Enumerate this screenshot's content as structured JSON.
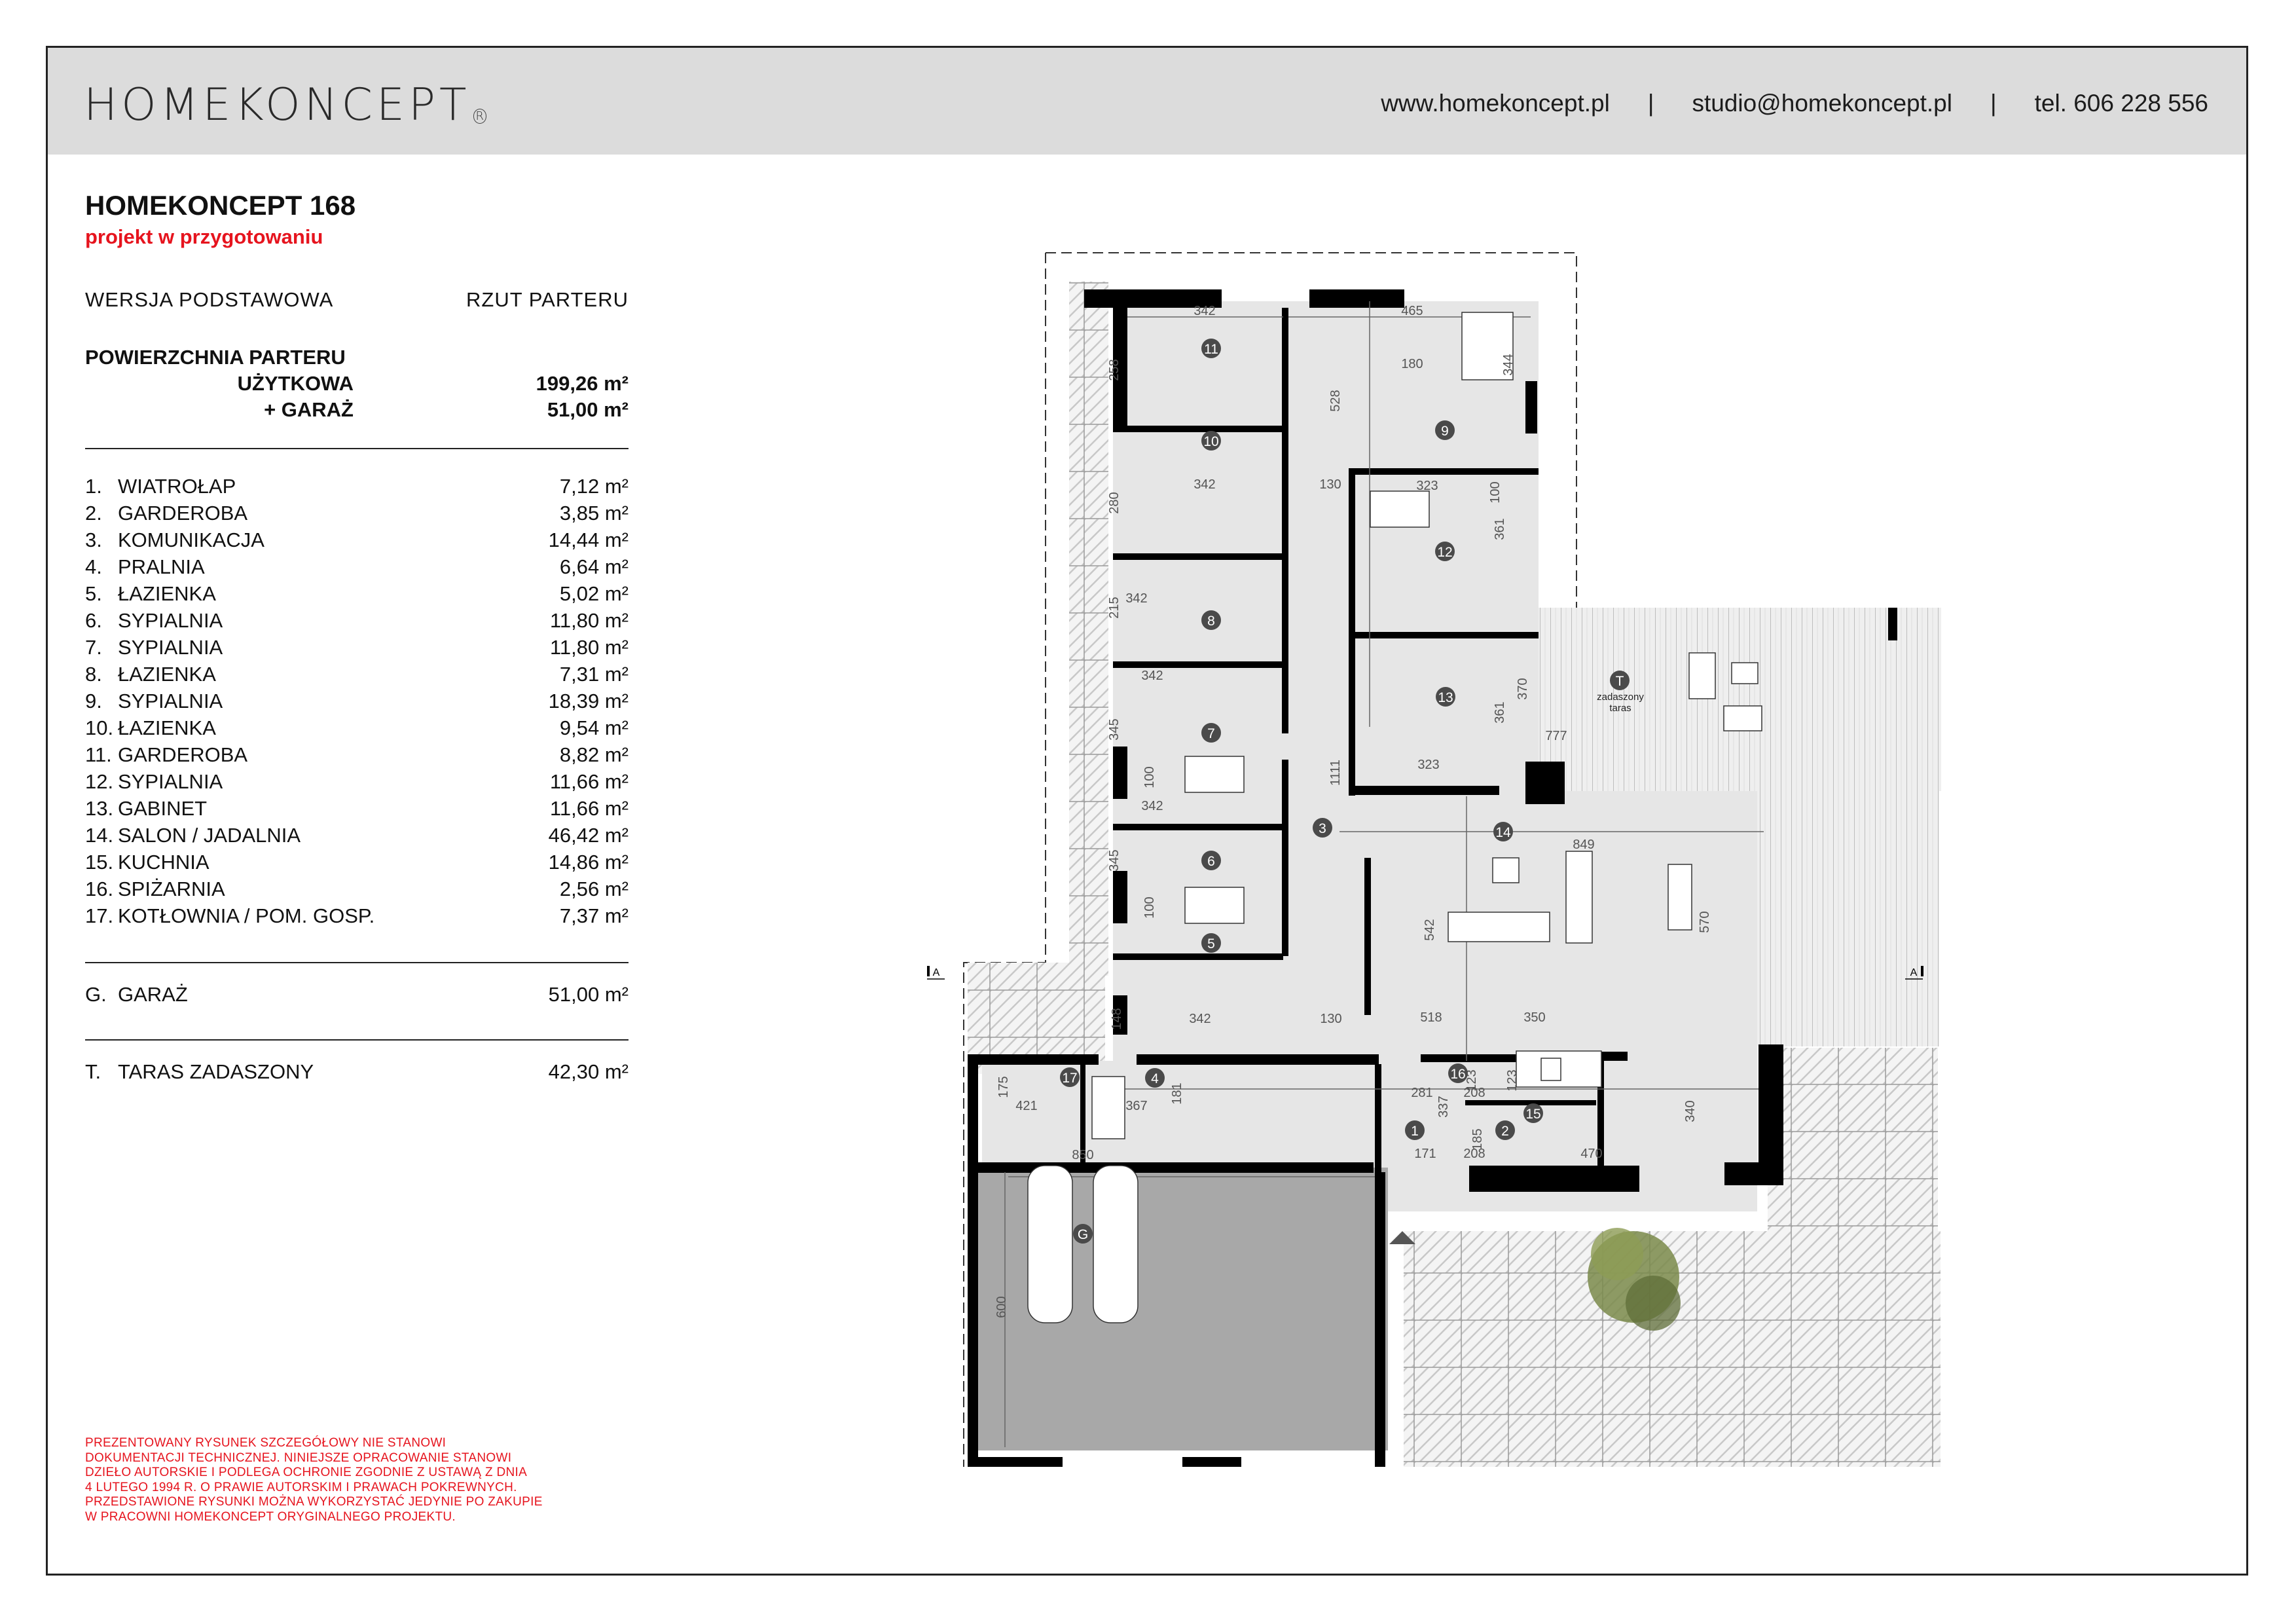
{
  "header": {
    "logo": "HOMEKONCEPT",
    "logo_mark": "R",
    "website": "www.homekoncept.pl",
    "email": "studio@homekoncept.pl",
    "phone": "tel. 606 228 556",
    "separator": "|"
  },
  "project": {
    "title": "HOMEKONCEPT 168",
    "status": "projekt w przygotowaniu",
    "version": "WERSJA PODSTAWOWA",
    "view": "RZUT PARTERU"
  },
  "surface": {
    "heading": "POWIERZCHNIA PARTERU",
    "usable_label": "UŻYTKOWA",
    "usable_value": "199,26 m²",
    "garage_label": "+ GARAŻ",
    "garage_value": "51,00 m²"
  },
  "rooms": [
    {
      "num": "1.",
      "name": "WIATROŁAP",
      "area": "7,12 m²"
    },
    {
      "num": "2.",
      "name": "GARDEROBA",
      "area": "3,85 m²"
    },
    {
      "num": "3.",
      "name": "KOMUNIKACJA",
      "area": "14,44 m²"
    },
    {
      "num": "4.",
      "name": "PRALNIA",
      "area": "6,64 m²"
    },
    {
      "num": "5.",
      "name": "ŁAZIENKA",
      "area": "5,02 m²"
    },
    {
      "num": "6.",
      "name": "SYPIALNIA",
      "area": "11,80 m²"
    },
    {
      "num": "7.",
      "name": "SYPIALNIA",
      "area": "11,80 m²"
    },
    {
      "num": "8.",
      "name": "ŁAZIENKA",
      "area": "7,31 m²"
    },
    {
      "num": "9.",
      "name": "SYPIALNIA",
      "area": "18,39 m²"
    },
    {
      "num": "10.",
      "name": "ŁAZIENKA",
      "area": "9,54 m²"
    },
    {
      "num": "11.",
      "name": "GARDEROBA",
      "area": "8,82 m²"
    },
    {
      "num": "12.",
      "name": "SYPIALNIA",
      "area": "11,66 m²"
    },
    {
      "num": "13.",
      "name": "GABINET",
      "area": "11,66 m²"
    },
    {
      "num": "14.",
      "name": "SALON / JADALNIA",
      "area": "46,42 m²"
    },
    {
      "num": "15.",
      "name": "KUCHNIA",
      "area": "14,86 m²"
    },
    {
      "num": "16.",
      "name": "SPIŻARNIA",
      "area": "2,56 m²"
    },
    {
      "num": "17.",
      "name": "KOTŁOWNIA / POM. GOSP.",
      "area": "7,37 m²"
    }
  ],
  "garage": {
    "num": "G.",
    "name": "GARAŻ",
    "area": "51,00 m²"
  },
  "terrace": {
    "num": "T.",
    "name": "TARAS ZADASZONY",
    "area": "42,30 m²"
  },
  "disclaimer": [
    "PREZENTOWANY RYSUNEK SZCZEGÓŁOWY NIE STANOWI",
    "DOKUMENTACJI TECHNICZNEJ. NINIEJSZE OPRACOWANIE STANOWI",
    "DZIEŁO AUTORSKIE I PODLEGA OCHRONIE ZGODNIE Z USTAWĄ Z DNIA",
    "4 LUTEGO 1994 R. O PRAWIE AUTORSKIM I PRAWACH POKREWNYCH.",
    "PRZEDSTAWIONE RYSUNKI MOŻNA WYKORZYSTAĆ JEDYNIE PO ZAKUPIE",
    "W PRACOWNI HOMEKONCEPT ORYGINALNEGO PROJEKTU."
  ],
  "plan": {
    "room_markers": [
      "1",
      "2",
      "3",
      "4",
      "5",
      "6",
      "7",
      "8",
      "9",
      "10",
      "11",
      "12",
      "13",
      "14",
      "15",
      "16",
      "17",
      "G",
      "T"
    ],
    "terrace_label_1": "zadaszony",
    "terrace_label_2": "taras",
    "section_marker": "A",
    "dimensions": {
      "r11_w": "342",
      "r11_h": "258",
      "r9_w": "465",
      "r9_h": "344",
      "bed9": "180",
      "corr_h": "528",
      "r10_w": "342",
      "r10_h": "280",
      "r12_w": "323",
      "r12_h": "361",
      "bed12": "100",
      "corr_w": "130",
      "r8_w": "342",
      "r8_h": "215",
      "r7_w": "342",
      "r7_h": "345",
      "bed7": "100",
      "r13_w": "323",
      "r13_h": "361",
      "hall_len": "1111",
      "r6_w": "342",
      "r6_h": "345",
      "bed6": "100",
      "r5_w": "342",
      "r5_h": "148",
      "r5_corr": "130",
      "r14_w": "849",
      "r14_h": "542",
      "r14_h2": "570",
      "r14_a": "518",
      "r14_b": "350",
      "terrace_w": "777",
      "terrace_h": "370",
      "r17_w": "421",
      "r17_h": "175",
      "r4_w": "367",
      "r4_h": "181",
      "r1_w": "171",
      "r1_h": "337",
      "r1_top": "281",
      "r16_w": "208",
      "r16_h": "123",
      "r16_h2": "123",
      "r2_w": "208",
      "r2_h": "185",
      "r15_w": "470",
      "r15_h": "340",
      "garage_w": "850",
      "garage_h": "600"
    }
  },
  "colors": {
    "accent_red": "#e6141e",
    "header_bg": "#dcdcdc",
    "room_fill": "#e6e6e6",
    "garage_fill": "#a8a8a8",
    "wall": "#000000",
    "marker": "#4a4a4a"
  }
}
